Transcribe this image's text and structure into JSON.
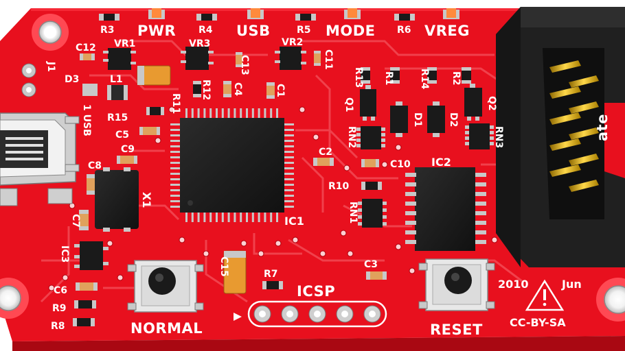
{
  "board": {
    "led_labels": [
      "PWR",
      "USB",
      "MODE",
      "VREG"
    ],
    "button_labels": {
      "left": "NORMAL",
      "right": "RESET"
    },
    "header_label": "ICSP",
    "date": {
      "year": "2010",
      "month": "Jun"
    },
    "license": "CC-BY-SA",
    "connector_label": "1 USB",
    "main_ic": "IC1",
    "side_ic": "IC2",
    "edge_text": "ate",
    "component_refs": {
      "r3": "R3",
      "r4": "R4",
      "r5": "R5",
      "r6": "R6",
      "c12": "C12",
      "vr1": "VR1",
      "vr3": "VR3",
      "vr2": "VR2",
      "c13": "C13",
      "c11": "C11",
      "j1": "J1",
      "d3": "D3",
      "l1": "L1",
      "r11": "R11",
      "r12": "R12",
      "c4": "C4",
      "c1": "C1",
      "r15": "R15",
      "c5": "C5",
      "c9": "C9",
      "c8": "C8",
      "x1": "X1",
      "c7": "C7",
      "ic3": "IC3",
      "c6": "C6",
      "r9": "R9",
      "r8": "R8",
      "c15": "C15",
      "r7": "R7",
      "c2": "C2",
      "c3": "C3",
      "c10": "C10",
      "r10": "R10",
      "rn1": "RN1",
      "rn2": "RN2",
      "rn3": "RN3",
      "r13": "R13",
      "r1": "R1",
      "r14": "R14",
      "r2": "R2",
      "q1": "Q1",
      "q2": "Q2",
      "d1": "D1",
      "d2": "D2"
    }
  },
  "colors": {
    "pcb": "#e8101e",
    "pcb_trace": "#f24a55",
    "silk": "#ffffff",
    "chip": "#1a1a1a",
    "pad": "#c8c8c8",
    "gold": "#d9a400",
    "led": "#ff8a3c",
    "tantalum": "#e89a30",
    "connector": "#202020"
  }
}
